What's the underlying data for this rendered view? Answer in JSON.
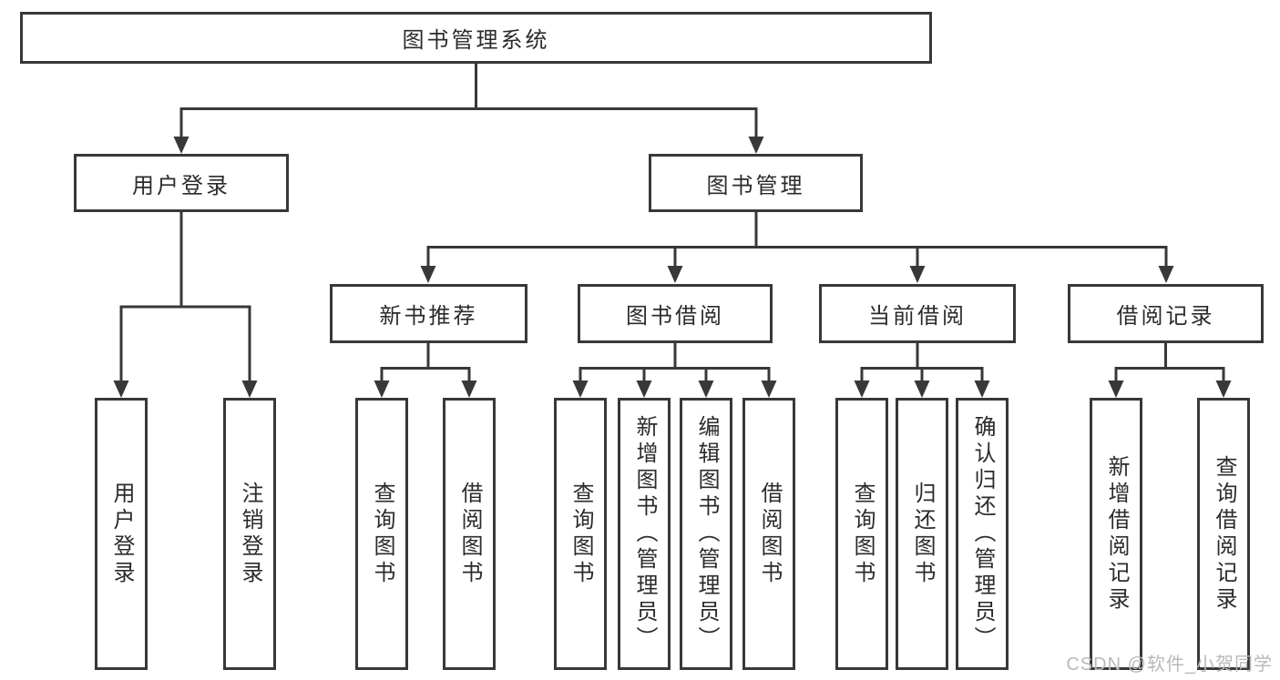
{
  "diagram": {
    "title": "图书管理系统",
    "type": "hierarchy",
    "nodes": {
      "root": "图书管理系统",
      "user_login_group": "用户登录",
      "book_management": "图书管理",
      "new_book_recommend": "新书推荐",
      "book_borrow": "图书借阅",
      "current_borrow": "当前借阅",
      "borrow_records": "借阅记录",
      "user_login": "用户登录",
      "logout_login": "注销登录",
      "rec_query_book": "查询图书",
      "rec_borrow_book": "借阅图书",
      "bb_query_book": "查询图书",
      "bb_add_book_admin": "新增图书（管理员）",
      "bb_edit_book_admin": "编辑图书（管理员）",
      "bb_borrow_book": "借阅图书",
      "cb_query_book": "查询图书",
      "cb_return_book": "归还图书",
      "cb_confirm_return_admin": "确认归还（管理员）",
      "br_add_record": "新增借阅记录",
      "br_query_record": "查询借阅记录"
    },
    "edges": [
      [
        "root",
        "user_login_group"
      ],
      [
        "root",
        "book_management"
      ],
      [
        "user_login_group",
        "user_login"
      ],
      [
        "user_login_group",
        "logout_login"
      ],
      [
        "book_management",
        "new_book_recommend"
      ],
      [
        "book_management",
        "book_borrow"
      ],
      [
        "book_management",
        "current_borrow"
      ],
      [
        "book_management",
        "borrow_records"
      ],
      [
        "new_book_recommend",
        "rec_query_book"
      ],
      [
        "new_book_recommend",
        "rec_borrow_book"
      ],
      [
        "book_borrow",
        "bb_query_book"
      ],
      [
        "book_borrow",
        "bb_add_book_admin"
      ],
      [
        "book_borrow",
        "bb_edit_book_admin"
      ],
      [
        "book_borrow",
        "bb_borrow_book"
      ],
      [
        "current_borrow",
        "cb_query_book"
      ],
      [
        "current_borrow",
        "cb_return_book"
      ],
      [
        "current_borrow",
        "cb_confirm_return_admin"
      ],
      [
        "borrow_records",
        "br_add_record"
      ],
      [
        "borrow_records",
        "br_query_record"
      ]
    ],
    "colors": {
      "line": "#383838",
      "text": "#2b2b2b",
      "box_background": "#ffffff",
      "watermark": "#b9b9b9"
    }
  },
  "watermark": {
    "text": "CSDN @软件_小贺同学"
  }
}
